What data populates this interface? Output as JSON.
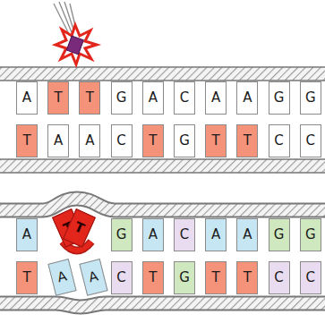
{
  "diagram": {
    "nodes": [
      {
        "text": [
          "A"
        ]
      },
      {
        "text": [
          "T"
        ]
      },
      {
        "text": [
          "T"
        ]
      },
      {
        "text": [
          "G"
        ]
      },
      {
        "text": [
          "A"
        ]
      },
      {
        "text": [
          "C"
        ]
      },
      {
        "text": [
          "A"
        ]
      },
      {
        "text": [
          "A"
        ]
      },
      {
        "text": [
          "G"
        ]
      },
      {
        "text": [
          "G"
        ]
      },
      {
        "text": [
          "T"
        ]
      },
      {
        "text": [
          "A"
        ]
      },
      {
        "text": [
          "A"
        ]
      },
      {
        "text": [
          "C"
        ]
      },
      {
        "text": [
          "T"
        ]
      },
      {
        "text": [
          "G"
        ]
      },
      {
        "text": [
          "T"
        ]
      },
      {
        "text": [
          "T"
        ]
      },
      {
        "text": [
          "C"
        ]
      },
      {
        "text": [
          "C"
        ]
      },
      {
        "text": [
          "A"
        ]
      },
      {
        "text": [
          "T"
        ]
      },
      {
        "text": [
          "T"
        ]
      },
      {
        "text": [
          "G"
        ]
      },
      {
        "text": [
          "A"
        ]
      },
      {
        "text": [
          "C"
        ]
      },
      {
        "text": [
          "A"
        ]
      },
      {
        "text": [
          "A"
        ]
      },
      {
        "text": [
          "G"
        ]
      },
      {
        "text": [
          "G"
        ]
      },
      {
        "text": [
          "T"
        ]
      },
      {
        "text": [
          "A"
        ]
      },
      {
        "text": [
          "A"
        ]
      },
      {
        "text": [
          "C"
        ]
      },
      {
        "text": [
          "T"
        ]
      },
      {
        "text": [
          "G"
        ]
      },
      {
        "text": [
          "T"
        ]
      },
      {
        "text": [
          "T"
        ]
      },
      {
        "text": [
          "C"
        ]
      },
      {
        "text": [
          "C"
        ]
      }
    ]
  }
}
